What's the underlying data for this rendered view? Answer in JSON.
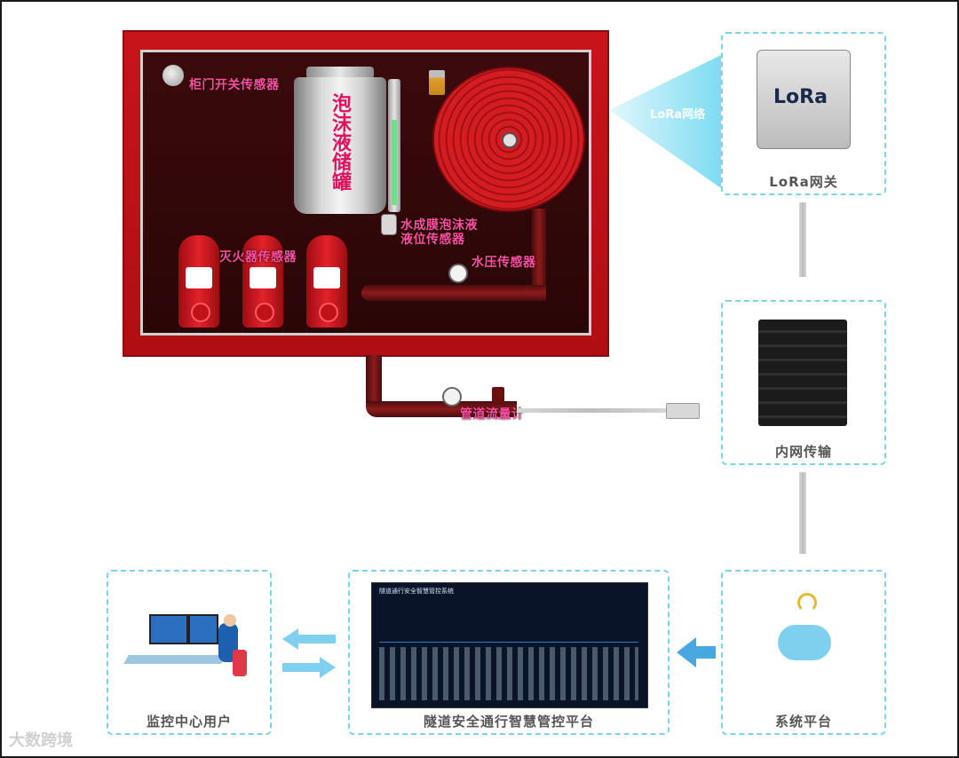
{
  "labels": {
    "cabinet_door_sensor": "柜门开关传感器",
    "foam_tank": "泡沫液储罐",
    "foam_level_sensor_line1": "水成膜泡沫液",
    "foam_level_sensor_line2": "液位传感器",
    "extinguisher_sensor": "灭火器传感器",
    "water_pressure_sensor": "水压传感器",
    "pipe_flow_meter": "管道流量计",
    "lora_network": "LoRa网络",
    "lora_logo": "LoRa",
    "lora_gateway": "LoRa网关",
    "intranet": "内网传输",
    "system_platform": "系统平台",
    "tunnel_platform": "隧道安全通行智慧管控平台",
    "monitor_user": "监控中心用户",
    "screen_title": "隧道通行安全智慧管控系统",
    "watermark": "大数跨境"
  },
  "colors": {
    "cabinet_red": "#c8141b",
    "label_pink": "#ff4fa0",
    "tank_text": "#e0115f",
    "dash_border": "#7fd3e8",
    "arrow_blue": "#4aa8e0"
  }
}
